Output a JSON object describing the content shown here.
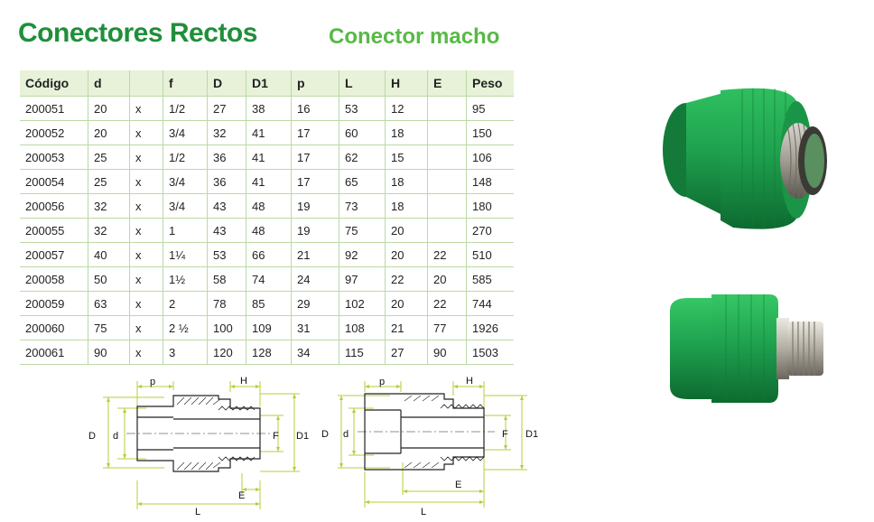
{
  "title": "Conectores Rectos",
  "subtitle": "Conector macho",
  "table": {
    "headers": [
      "Código",
      "d",
      "",
      "f",
      "D",
      "D1",
      "p",
      "L",
      "H",
      "E",
      "Peso"
    ],
    "rows": [
      [
        "200051",
        "20",
        "x",
        "1/2",
        "27",
        "38",
        "16",
        "53",
        "12",
        "",
        "95"
      ],
      [
        "200052",
        "20",
        "x",
        "3/4",
        "32",
        "41",
        "17",
        "60",
        "18",
        "",
        "150"
      ],
      [
        "200053",
        "25",
        "x",
        "1/2",
        "36",
        "41",
        "17",
        "62",
        "15",
        "",
        "106"
      ],
      [
        "200054",
        "25",
        "x",
        "3/4",
        "36",
        "41",
        "17",
        "65",
        "18",
        "",
        "148"
      ],
      [
        "200056",
        "32",
        "x",
        "3/4",
        "43",
        "48",
        "19",
        "73",
        "18",
        "",
        "180"
      ],
      [
        "200055",
        "32",
        "x",
        "1",
        "43",
        "48",
        "19",
        "75",
        "20",
        "",
        "270"
      ],
      [
        "200057",
        "40",
        "x",
        "1¼",
        "53",
        "66",
        "21",
        "92",
        "20",
        "22",
        "510"
      ],
      [
        "200058",
        "50",
        "x",
        "1½",
        "58",
        "74",
        "24",
        "97",
        "22",
        "20",
        "585"
      ],
      [
        "200059",
        "63",
        "x",
        "2",
        "78",
        "85",
        "29",
        "102",
        "20",
        "22",
        "744"
      ],
      [
        "200060",
        "75",
        "x",
        "2 ½",
        "100",
        "109",
        "31",
        "108",
        "21",
        "77",
        "1926"
      ],
      [
        "200061",
        "90",
        "x",
        "3",
        "120",
        "128",
        "34",
        "115",
        "27",
        "90",
        "1503"
      ]
    ]
  },
  "diagram_labels": {
    "p": "p",
    "H": "H",
    "D": "D",
    "d": "d",
    "F": "F",
    "D1": "D1",
    "E": "E",
    "L": "L"
  },
  "colors": {
    "title_green": "#1f8f3a",
    "subtitle_green": "#58b947",
    "header_bg": "#e7f2d8",
    "grid_line": "#bcd9a6",
    "dimension_line": "#b8cc3a",
    "product_green": "#1fa24f"
  }
}
